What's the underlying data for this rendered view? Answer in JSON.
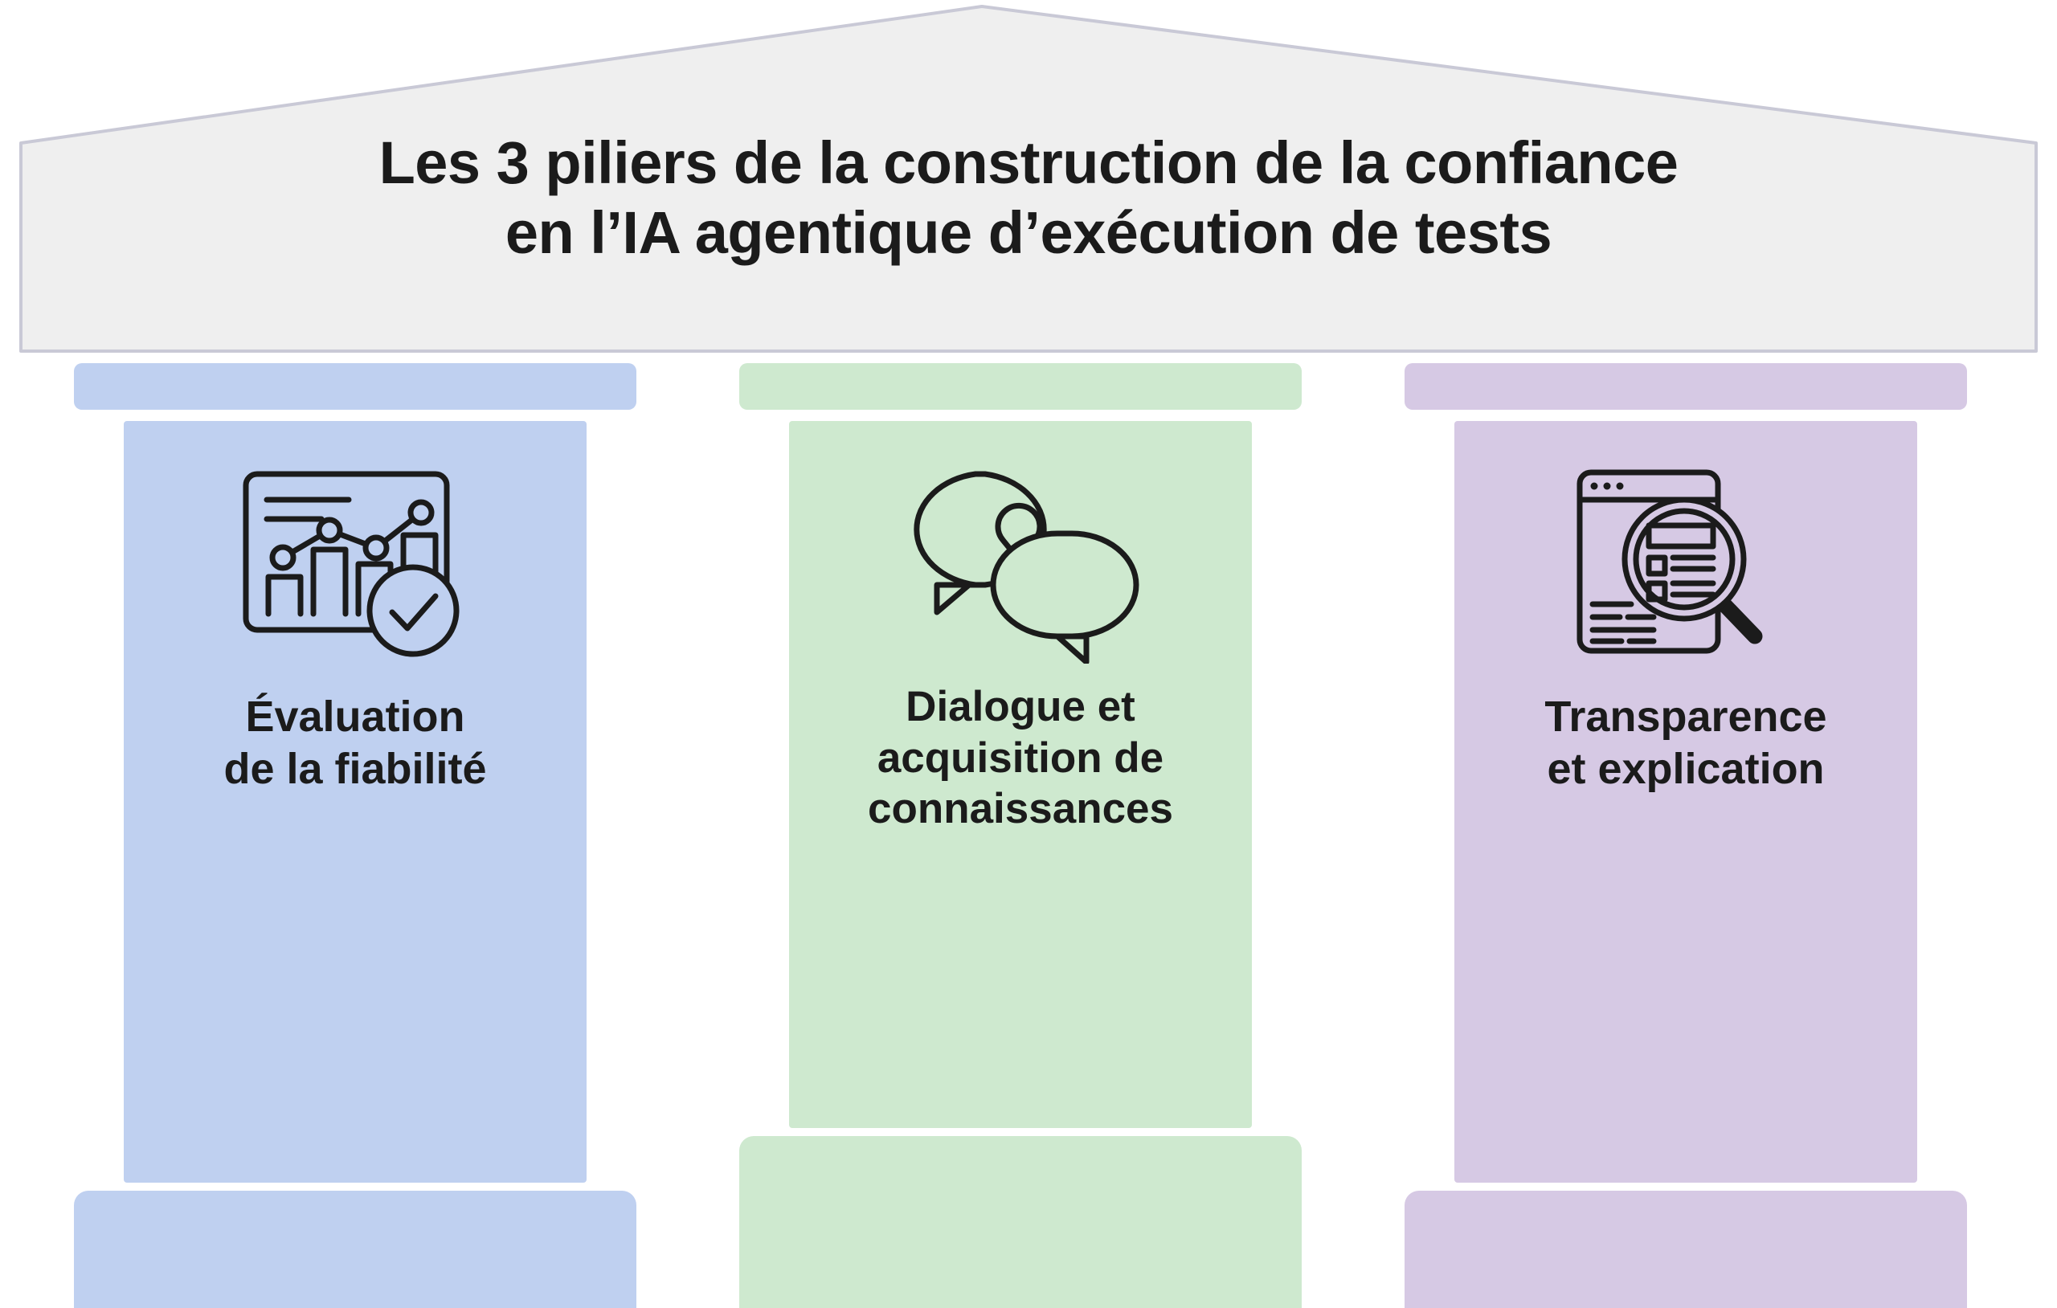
{
  "header": {
    "title_line_1": "Les 3 piliers de la construction de la confiance",
    "title_line_2": "en l’IA agentique d’exécution de tests",
    "roof_fill": "#efefef",
    "roof_stroke": "#c9c9d6"
  },
  "pillars": [
    {
      "id": "pillar-reliability",
      "label": "Évaluation\nde la fiabilité",
      "color": "#bfd0f0",
      "icon": "chart-dashboard-check-icon"
    },
    {
      "id": "pillar-dialogue",
      "label": "Dialogue et\nacquisition de\nconnaissances",
      "color": "#cee9cf",
      "icon": "speech-bubbles-lightbulb-icon"
    },
    {
      "id": "pillar-transparency",
      "label": "Transparence\net explication",
      "color": "#d6c9e4",
      "icon": "browser-magnifier-icon"
    }
  ],
  "icon_stroke_color": "#1b1b1b",
  "text_color": "#1b1b1b",
  "background_color": "#ffffff"
}
